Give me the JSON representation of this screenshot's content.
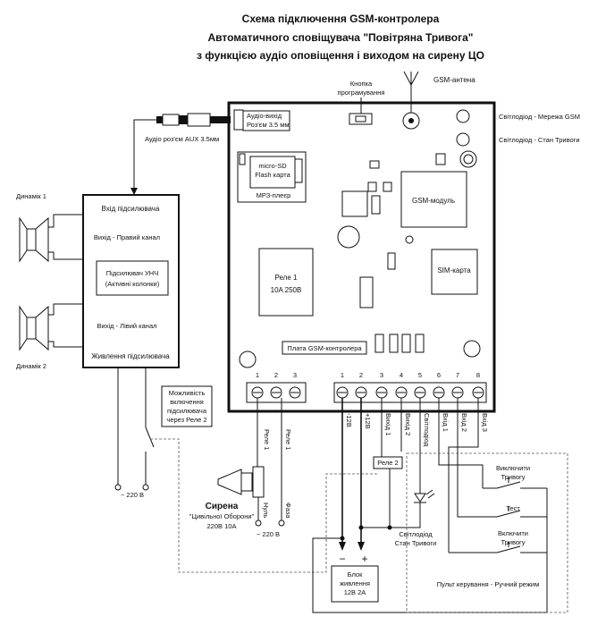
{
  "title": {
    "line1": "Схема підключення GSM-контролера",
    "line2": "Автоматичного сповіщувача \"Повітряна Тривога\"",
    "line3": "з функцією аудіо оповіщення і виходом на сирену ЦО"
  },
  "antenna_label": "GSM-антена",
  "prog_button_label": [
    "Кнопка",
    "програмування"
  ],
  "audio_out_label": [
    "Аудіо-вихід",
    "Роз'єм 3.5 мм"
  ],
  "aux_label": "Аудіо роз'єм AUX  3.5мм",
  "led_gsm_label": "Світлодіод - Мережа GSM",
  "led_alarm_label": "Світлодіод - Стан Тривоги",
  "sd_label": [
    "micro-SD",
    "Flash карта"
  ],
  "mp3_label": "МРЗ-плеєр",
  "gsm_module_label": "GSM-модуль",
  "sim_label": "SIM-карта",
  "relay_label": [
    "Реле  1",
    "10A 250B"
  ],
  "board_label": "Плата GSM-контролера",
  "left_terminals": [
    "1",
    "2",
    "3"
  ],
  "right_terminals": [
    "1",
    "2",
    "3",
    "4",
    "5",
    "6",
    "7",
    "8"
  ],
  "left_wire_labels": [
    "Реле 1",
    "Реле 1"
  ],
  "right_wire_labels": [
    "-12В",
    "+12В",
    "Вихід 1",
    "Вихід 2",
    "Світлодіод",
    "Вхід 1",
    "Вхід 2",
    "Вхід 3"
  ],
  "speaker1_label": "Динамік 1",
  "speaker2_label": "Динамік 2",
  "amp_input": "Вхід підсилювача",
  "amp_out_right": "Вихід - Правий канал",
  "amp_inner": [
    "Підсилювач УНЧ",
    "(Активні колонки)"
  ],
  "amp_out_left": "Вихід - Лівий канал",
  "amp_power": "Живлення підсилювача",
  "amp_switch_note": [
    "Можливість",
    "включення",
    "підсилювача",
    "через Реле 2"
  ],
  "mains_220_left": "~ 220 В",
  "siren_title": "Сирена",
  "siren_sub": "\"Цивільної Оборони\"",
  "siren_rating": "220В 10А",
  "neutral_label": "Нуль",
  "phase_label": "Фаза",
  "mains_220_siren": "~ 220 В",
  "relay2_label": "Реле 2",
  "led_state_label": [
    "Світлодіод",
    "Стан Тривоги"
  ],
  "minus_sign": "−",
  "plus_sign": "+",
  "psu_label": [
    "Блок",
    "живлення",
    "12В  2А"
  ],
  "btn_on_label": [
    "Виключити",
    "Тривогу"
  ],
  "btn_test_label": "Тест",
  "btn_off_label": [
    "Включити",
    "Тривогу"
  ],
  "remote_label": "Пульт керування - Ручний режим"
}
